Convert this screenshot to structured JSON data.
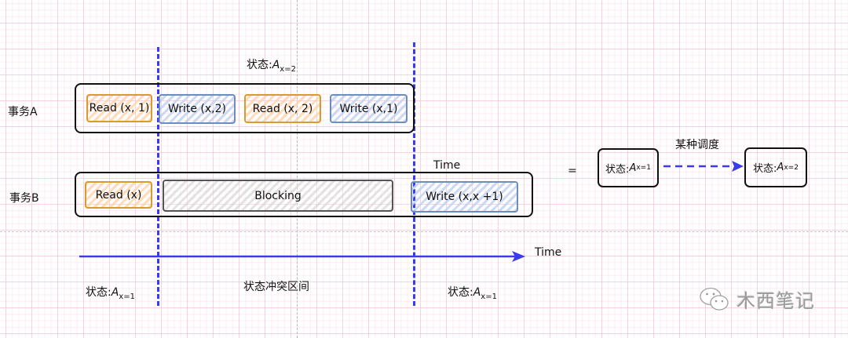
{
  "transactions": {
    "a": {
      "label": "事务A",
      "ops": [
        {
          "label": "Read (x, 1)",
          "kind": "read"
        },
        {
          "label": "Write (x,2)",
          "kind": "write"
        },
        {
          "label": "Read (x, 2)",
          "kind": "read"
        },
        {
          "label": "Write (x,1)",
          "kind": "write"
        }
      ]
    },
    "b": {
      "label": "事务B",
      "ops": [
        {
          "label": "Read (x)",
          "kind": "read"
        },
        {
          "label": "Blocking",
          "kind": "blocking"
        },
        {
          "label": "Write (x,x +1)",
          "kind": "write"
        }
      ]
    }
  },
  "states": {
    "top": {
      "prefix": "状态:",
      "var": "A",
      "sub": "x=2"
    },
    "bottom_left": {
      "prefix": "状态:",
      "var": "A",
      "sub": "x=1"
    },
    "bottom_right": {
      "prefix": "状态:",
      "var": "A",
      "sub": "x=1"
    },
    "conflict_label": "状态冲突区间"
  },
  "time_labels": {
    "above_b": "Time",
    "axis": "Time"
  },
  "equivalence": {
    "equals": "=",
    "schedule_label": "某种调度",
    "from_state": {
      "prefix": "状态:",
      "var": "A",
      "sub": "x=1"
    },
    "to_state": {
      "prefix": "状态:",
      "var": "A",
      "sub": "x=2"
    }
  },
  "watermark": {
    "text": "木西笔记",
    "icon": "wechat-icon"
  },
  "colors": {
    "read_border": "#d79b2f",
    "write_border": "#6c8ebf",
    "blocking_border": "#555555",
    "dash_blue": "#3a3af0"
  }
}
